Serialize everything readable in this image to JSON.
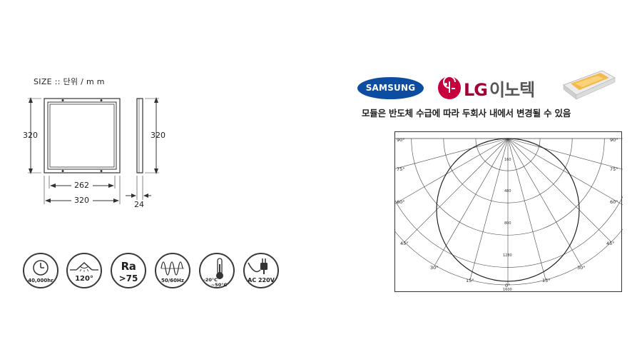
{
  "size_spec": {
    "title": "SIZE :: 단위 / m m",
    "front_height": "320",
    "side_height": "320",
    "inner_width": "262",
    "outer_width": "320",
    "depth": "24"
  },
  "spec_icons": [
    {
      "name": "lifetime",
      "icon": "clock-icon",
      "label": "40,000hr"
    },
    {
      "name": "beam-angle",
      "icon": "beam-angle-icon",
      "label": "120°"
    },
    {
      "name": "cri",
      "icon": "ra-icon",
      "label_top": "Ra",
      "label": ">75"
    },
    {
      "name": "frequency",
      "icon": "sine-wave-icon",
      "label": "50/60Hz"
    },
    {
      "name": "temperature",
      "icon": "thermometer-icon",
      "label_a": "-20°C",
      "label_b": "~50°C"
    },
    {
      "name": "voltage",
      "icon": "plug-icon",
      "label": "AC 220V"
    }
  ],
  "brands": {
    "samsung": "SAMSUNG",
    "lg": "LG",
    "lg_suffix": "이노텍"
  },
  "note": "모듈은 반도체 수급에 따라 두회사 내에서 변경될 수 있음",
  "polar_chart": {
    "angle_labels_left": [
      "90°",
      "75°",
      "60°",
      "45°",
      "30°",
      "15°"
    ],
    "angle_labels_right": [
      "90°",
      "75°",
      "60°",
      "45°",
      "30°",
      "15°"
    ],
    "bottom_label": "0°",
    "ring_labels": [
      "160",
      "480",
      "800",
      "1280",
      "1600"
    ]
  },
  "colors": {
    "samsung_blue": "#0c4da2",
    "lg_red": "#a50034",
    "line": "#333333"
  }
}
